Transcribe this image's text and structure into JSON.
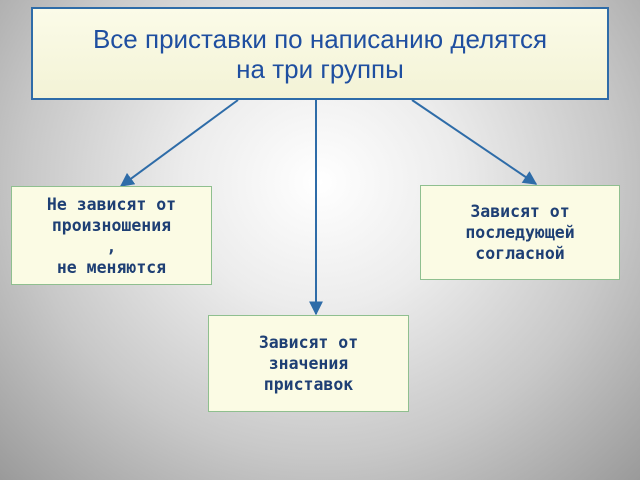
{
  "diagram": {
    "title": "Все приставки по написанию делятся\nна три группы",
    "groups": [
      {
        "id": "pronunciation",
        "label": "Не зависят  от\nпроизношения\n,\nне меняются"
      },
      {
        "id": "following-consonant",
        "label": "Зависят от\nпоследующей\nсогласной"
      },
      {
        "id": "prefix-meaning",
        "label": "Зависят от\nзначения\nприставок"
      }
    ],
    "colors": {
      "title_text": "#1f4fa0",
      "title_border": "#2e6ca8",
      "box_fill": "#fbfbe4",
      "group_text": "#1e3f74",
      "group_border": "#8fbf8f",
      "arrow": "#2e6ca8"
    }
  }
}
